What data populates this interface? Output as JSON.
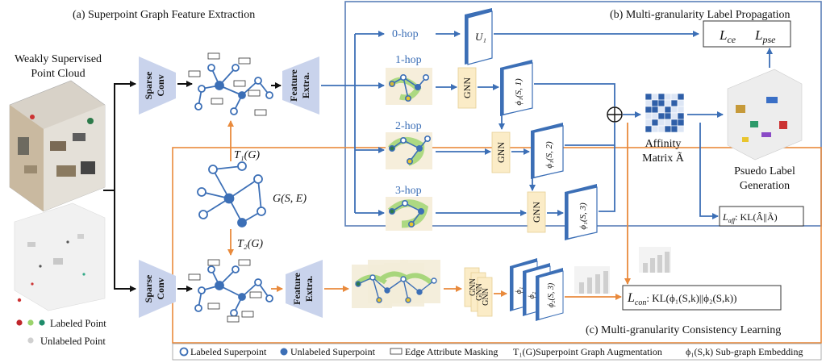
{
  "sections": {
    "a": "(a) Superpoint Graph Feature Extraction",
    "b": "(b) Multi-granularity Label Propagation",
    "c": "(c) Multi-granularity Consistency Learning"
  },
  "input_title_1": "Weakly Supervised",
  "input_title_2": "Point Cloud",
  "blocks": {
    "sparse_conv_1": "Sparse",
    "sparse_conv_2": "Conv",
    "feature_1": "Feature",
    "feature_2": "Extra."
  },
  "transforms": {
    "t1": "T₁(G)",
    "t2": "T₂(G)",
    "graph": "G(S, E)"
  },
  "hops": [
    "0-hop",
    "1-hop",
    "2-hop",
    "3-hop"
  ],
  "gnn": "GNN",
  "embeddings": {
    "u1": "U₁",
    "e1": "ϕ₁(S, 1)",
    "e2": "ϕ₁(S, 2)",
    "e3": "ϕ₁(S, 3)",
    "c1": "ϕ₁",
    "c2": "ϕ₂",
    "c3": "ϕ₂(S, 3)"
  },
  "losses": {
    "ce": "L",
    "ce_sub": "ce",
    "pse": "L",
    "pse_sub": "pse",
    "aff_label": "L",
    "aff_sub": "aff",
    "aff_formula": ": KL(Â||Ã)",
    "con": "L",
    "con_sub": "con",
    "con_formula": ": KL(ϕ₁(S,k)||ϕ₂(S,k))"
  },
  "affinity_1": "Affinity",
  "affinity_2": "Matrix Ã",
  "pseudo_1": "Psuedo Label",
  "pseudo_2": "Generation",
  "point_legend": {
    "labeled": "Labeled Point",
    "unlabeled": "Unlabeled Point"
  },
  "legend": {
    "labeled_superpoint": "Labeled Superpoint",
    "unlabeled_superpoint": "Unlabeled Superpoint",
    "edge_masking": "Edge Attribute Masking",
    "aug": "T₁(G)Superpoint Graph Augmentation",
    "sub": "ϕ₁(S,k) Sub-graph Embedding"
  },
  "colors": {
    "blue": "#3c6fb6",
    "blue_box": "#5a7fb8",
    "orange": "#e98a3c",
    "trap": "#c9d3ec",
    "gnn_fill": "#fbecc7",
    "green": "#9bd36c"
  }
}
